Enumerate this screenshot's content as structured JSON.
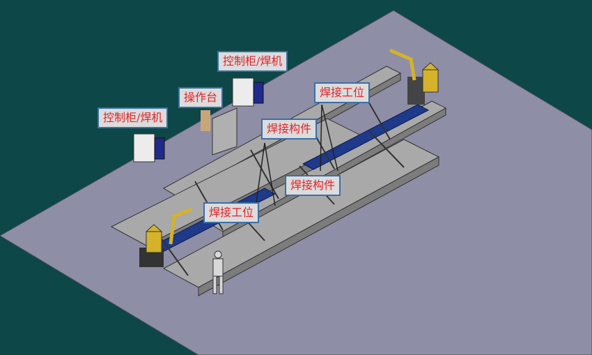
{
  "labels": {
    "control_cabinet_1": "控制柜/焊机",
    "control_cabinet_2": "控制柜/焊机",
    "operator_station": "操作台",
    "welding_station_1": "焊接工位",
    "welding_station_2": "焊接工位",
    "weld_part_1": "焊接构件",
    "weld_part_2": "焊接构件"
  },
  "colors": {
    "background": "#0d4748",
    "floor": "#8e8ea6",
    "label_bg": "#dcdcdc",
    "label_border": "#3a6fa8",
    "label_text": "#e0232a",
    "robot": "#d4b22a",
    "track": "#1f3a8a"
  }
}
